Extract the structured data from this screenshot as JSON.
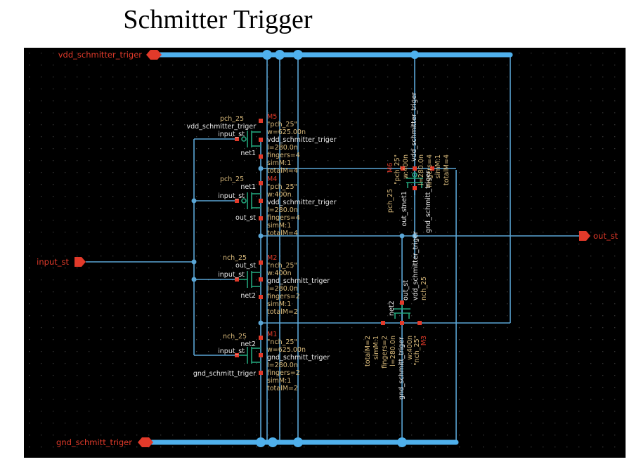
{
  "title": "Schmitter Trigger",
  "pins": {
    "vdd": "vdd_schmitter_triger",
    "gnd": "gnd_schmitt_triger",
    "input": "input_st",
    "output": "out_st"
  },
  "transistors": {
    "M5": {
      "name": "M5",
      "model": "pch_25",
      "model_q": "\"pch_25\"",
      "w": "w=625.00n",
      "l": "l=280.0n",
      "fingers": "fingers=4",
      "simM": "simM:1",
      "totalM": "totalM=4",
      "bulk": "vdd_schmitter_triger",
      "sub": "vdd_schmitter_triger",
      "gate": "input_st",
      "src": "net1"
    },
    "M4": {
      "name": "M4",
      "model": "pch_25",
      "model_q": "\"pch_25\"",
      "w": "w:400n",
      "l": "l=280.0n",
      "fingers": "fingers=4",
      "simM": "simM:1",
      "totalM": "totalM=4",
      "bulk": "vdd_schmitter_triger",
      "drain": "net1",
      "gate": "input_st",
      "src": "out_st"
    },
    "M2": {
      "name": "M2",
      "model": "nch_25",
      "model_q": "\"nch_25\"",
      "w": "w:400n",
      "l": "l=280.0n",
      "fingers": "fingers=2",
      "simM": "simM:1",
      "totalM": "totalM=2",
      "bulk": "gnd_schmitt_triger",
      "drain": "out_st",
      "gate": "input_st",
      "src": "net2"
    },
    "M1": {
      "name": "M1",
      "model": "nch_25",
      "model_q": "\"nch_25\"",
      "w": "w=625.00n",
      "l": "l=280.0n",
      "fingers": "fingers=2",
      "simM": "simM:1",
      "totalM": "totalM=2",
      "bulk": "gnd_schmitt_triger",
      "drain": "net2",
      "gate": "input_st",
      "src": "gnd_schmitt_triger"
    },
    "M6": {
      "name": "M6",
      "model": "pch_25",
      "model_q": "\"pch_25\"",
      "w": "w:400n",
      "l": "l=280.0n",
      "fingers": "fingers=4",
      "simM": "simM:1",
      "totalM": "totalM=4",
      "bulk": "vdd_schmitter_triger",
      "drain": "net1",
      "gate": "out_st",
      "src": "gnd_schmitt_triger"
    },
    "M3": {
      "name": "M3",
      "model": "nch_25",
      "model_q": "\"nch_25\"",
      "w": "w:400n",
      "l": "l=280.0n",
      "fingers": "fingers=2",
      "simM": "simM:1",
      "totalM": "totalM=2",
      "bulk": "gnd_schmitt_triger",
      "drain": "vdd_schmitter_triger",
      "gate": "out_st",
      "src": "net2"
    }
  },
  "colors": {
    "canvas": "#000000",
    "grid_dot": "#3a3a3a",
    "wire": "#5aa6d6",
    "bus": "#4fb0ec",
    "pin": "#e23a2a",
    "annotation": "#d8b97a",
    "device": "#22a37a"
  }
}
